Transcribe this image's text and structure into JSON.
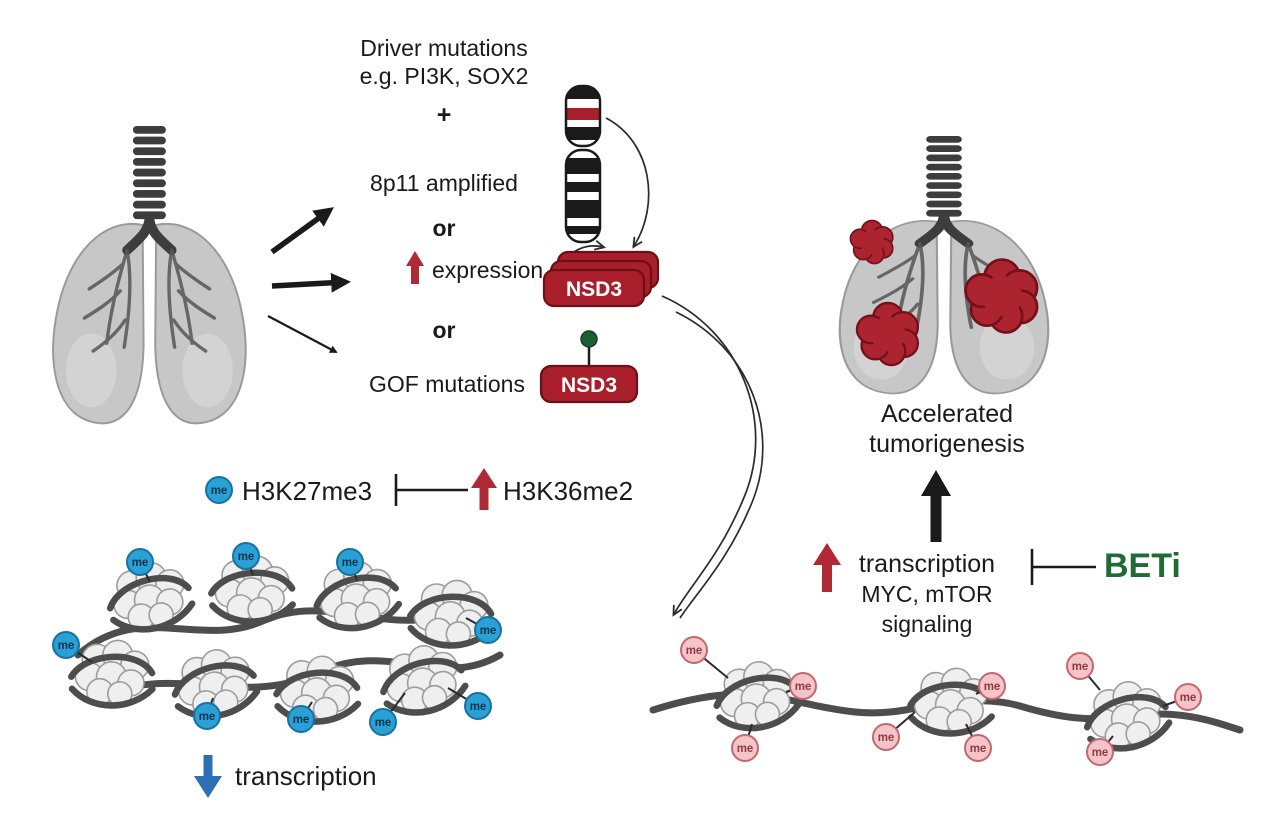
{
  "labels": {
    "driver1": "Driver mutations",
    "driver2": "e.g. PI3K, SOX2",
    "plus": "+",
    "amplified": "8p11 amplified",
    "or1": "or",
    "or2": "or",
    "expression": "expression",
    "gof": "GOF mutations",
    "nsd3": "NSD3",
    "me": "me",
    "h3k27": "H3K27me3",
    "h3k36": "H3K36me2",
    "transcription_down": "transcription",
    "accelerated1": "Accelerated",
    "accelerated2": "tumorigenesis",
    "transcription_up": "transcription",
    "myc": "MYC, mTOR",
    "signaling": "signaling",
    "beti": "BETi"
  },
  "colors": {
    "nsd3_red": "#a81f2b",
    "nsd3_outline": "#6e0f18",
    "arrow_red": "#b02a35",
    "arrow_blue": "#2d6fb5",
    "beti_green": "#1e6b35",
    "me_blue": "#2aa0d6",
    "me_pink": "#f4c4c8",
    "tumor_red": "#ab2430",
    "lung_gray": "#c7c7c7",
    "dna_gray": "#4d4d4d",
    "chromosome_band_red": "#a81f2b",
    "gof_lollipop_green": "#1d5f33"
  }
}
